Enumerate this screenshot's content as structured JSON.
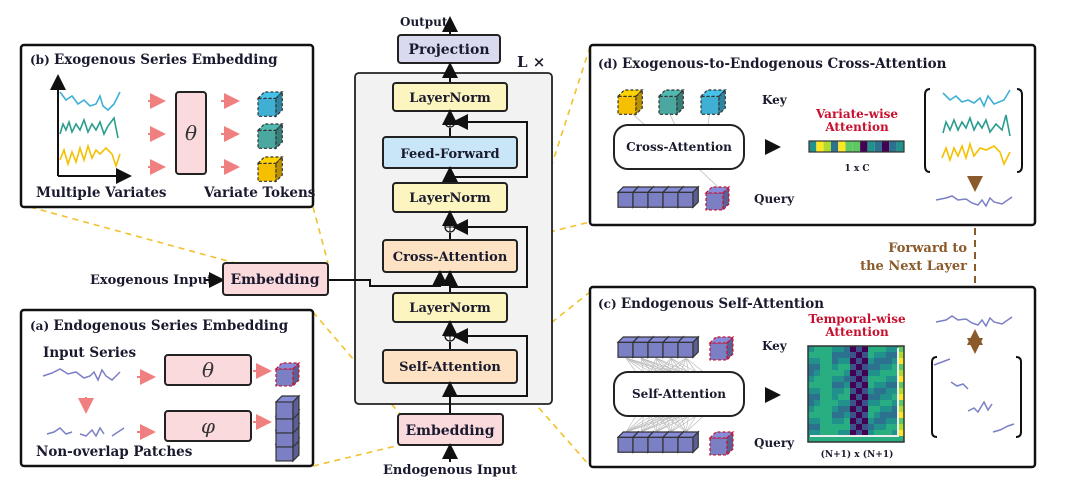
{
  "architecture": {
    "output_label": "Output",
    "projection": "Projection",
    "repeat_label": "L ×",
    "layers": {
      "layernorm_top": "LayerNorm",
      "feed_forward": "Feed-Forward",
      "layernorm_mid": "LayerNorm",
      "cross_attention": "Cross-Attention",
      "layernorm_low": "LayerNorm",
      "self_attention": "Self-Attention"
    },
    "residual_symbol": "⊕",
    "exogenous_input": "Exogenous Input",
    "exogenous_embedding": "Embedding",
    "endogenous_embedding": "Embedding",
    "endogenous_input": "Endogenous Input"
  },
  "panel_b": {
    "title_tag": "(b)",
    "title": "Exogenous Series Embedding",
    "theta": "θ",
    "left_caption": "Multiple Variates",
    "right_caption": "Variate Tokens"
  },
  "panel_a": {
    "title_tag": "(a)",
    "title": "Endogenous Series Embedding",
    "input_series": "Input Series",
    "theta": "θ",
    "phi": "φ",
    "patches_caption": "Non-overlap Patches"
  },
  "panel_d": {
    "title_tag": "(d)",
    "title": "Exogenous-to-Endogenous Cross-Attention",
    "key": "Key",
    "query": "Query",
    "module": "Cross-Attention",
    "attn_title_1": "Variate-wise",
    "attn_title_2": "Attention",
    "attn_shape": "1 x C"
  },
  "forward": {
    "line1": "Forward to",
    "line2": "the Next Layer"
  },
  "panel_c": {
    "title_tag": "(c)",
    "title": "Endogenous Self-Attention",
    "key": "Key",
    "query": "Query",
    "module": "Self-Attention",
    "attn_title_1": "Temporal-wise",
    "attn_title_2": "Attention",
    "attn_shape": "(N+1) x (N+1)"
  },
  "colors": {
    "exo_blue": "#3fb0d4",
    "exo_teal": "#2a9d8f",
    "exo_yellow": "#f5c000",
    "endo_purple": "#7b7fc4",
    "embedding_fill": "#fadadd",
    "feed_forward_fill": "#c8e6f7",
    "attention_fill": "#fde3c4",
    "accent_red": "#c8102e",
    "forward_brown": "#8b5a2b",
    "zoom_dash": "#f2c12e"
  }
}
